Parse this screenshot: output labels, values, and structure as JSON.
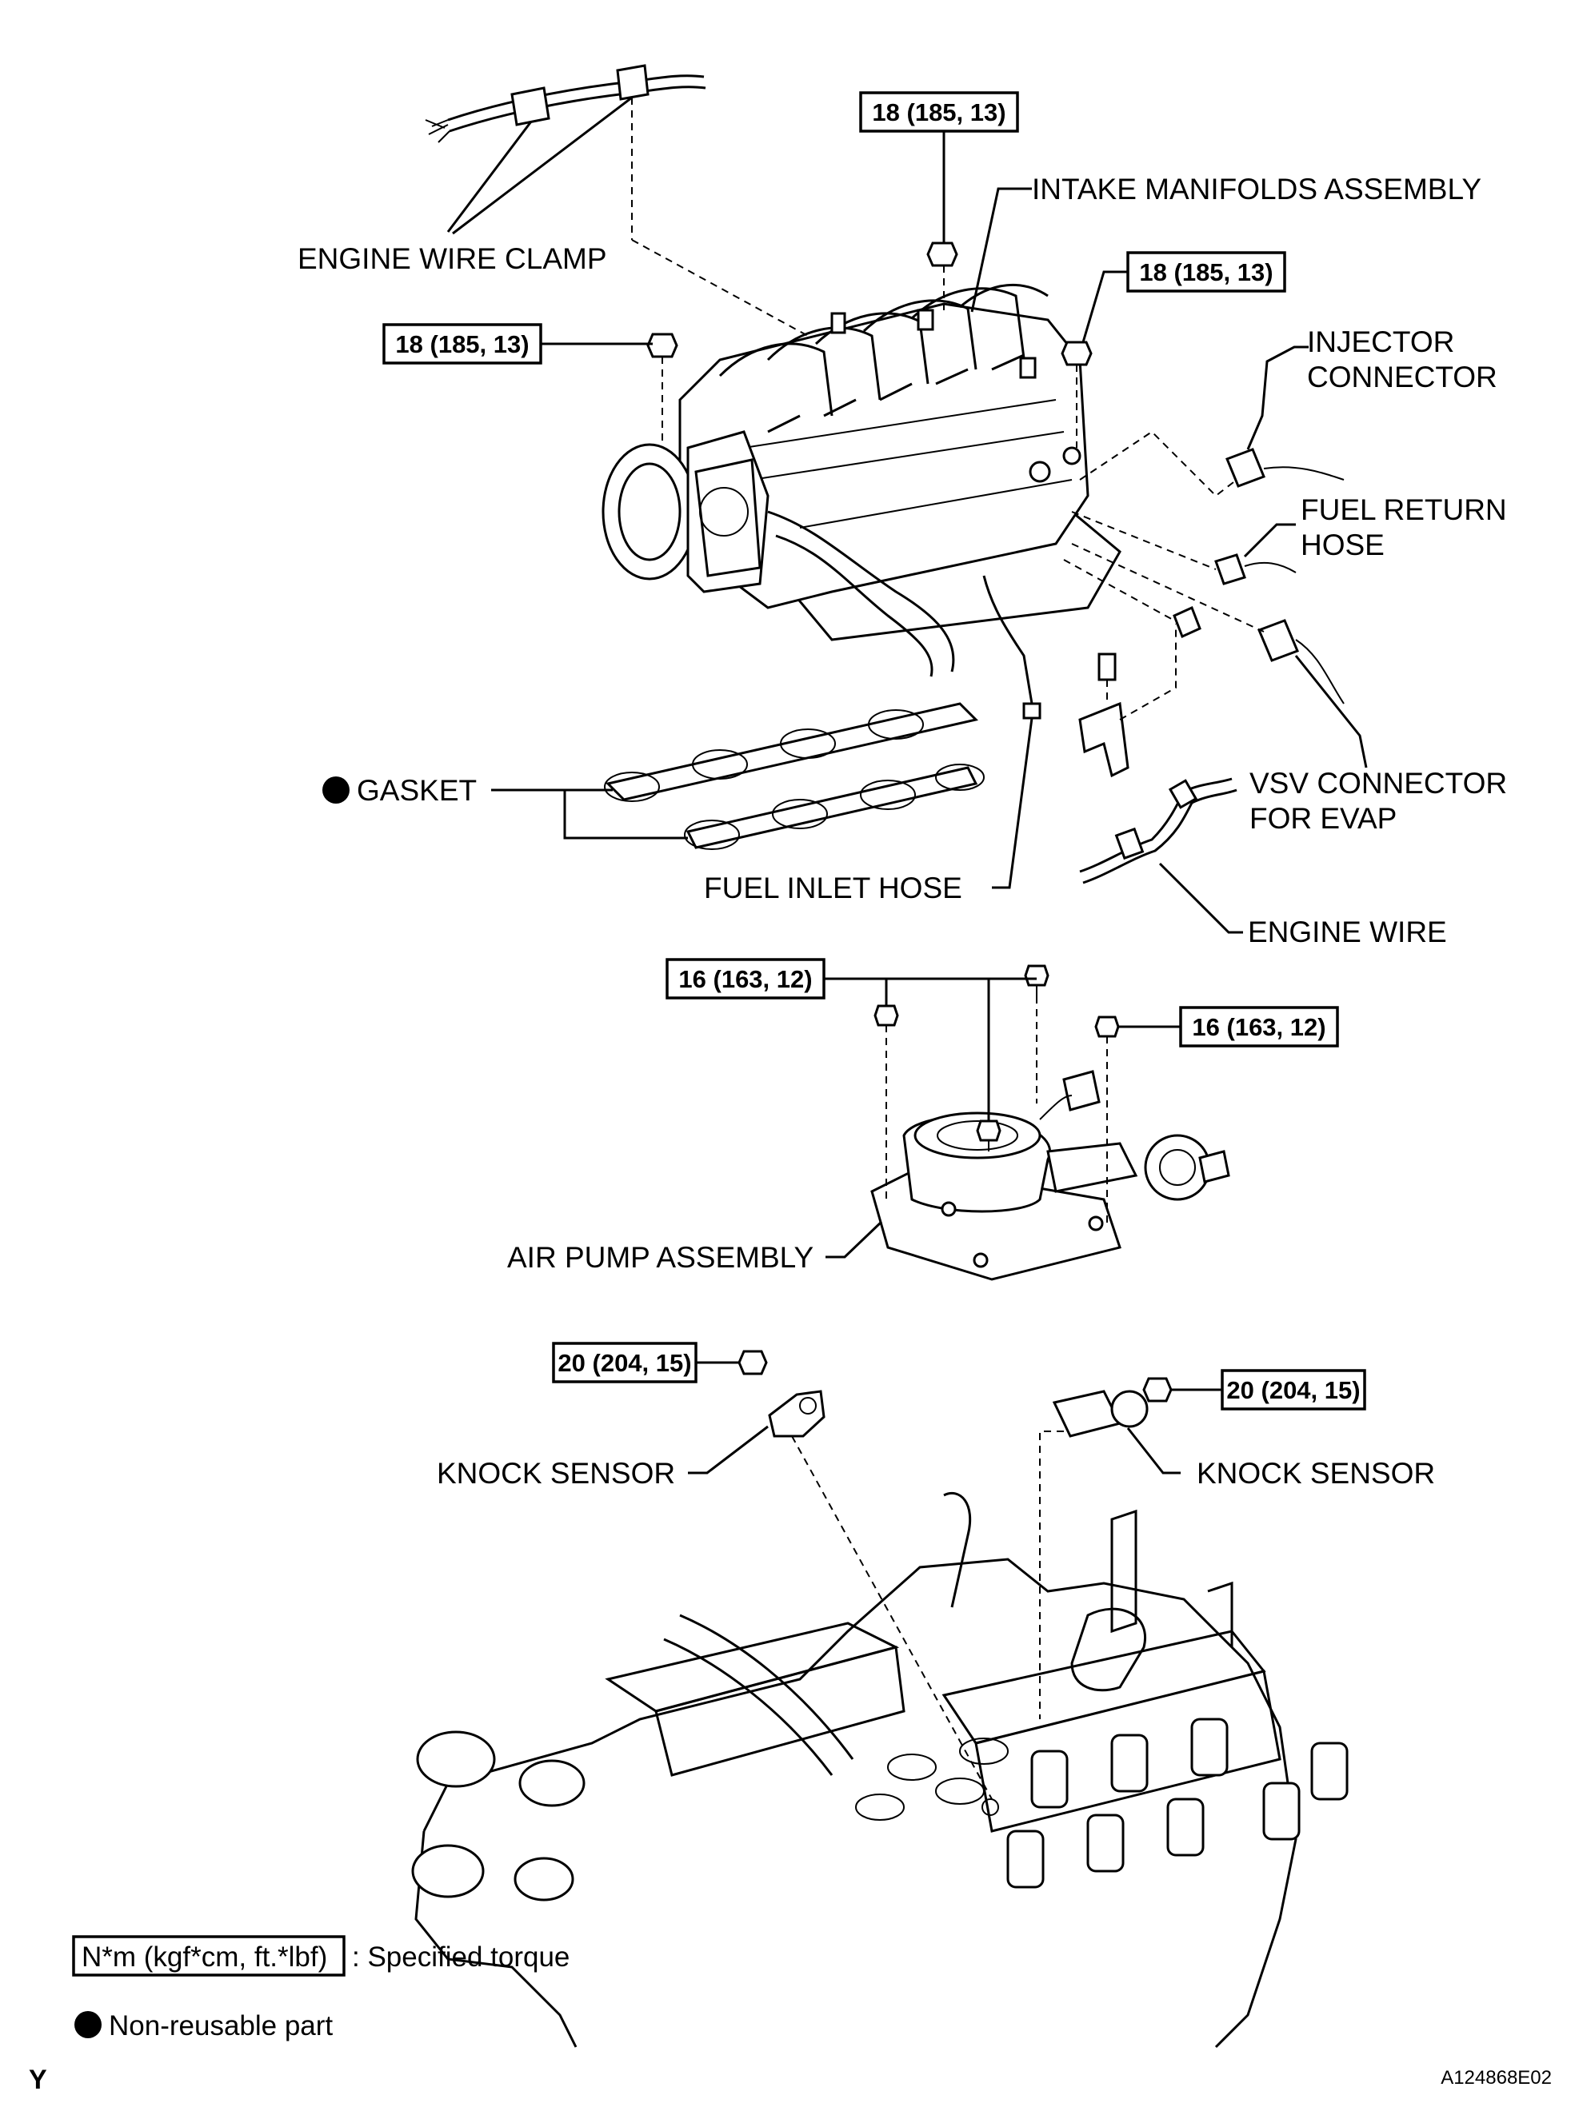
{
  "labels": {
    "engine_wire_clamp": "ENGINE WIRE CLAMP",
    "intake_manifolds_assembly": "INTAKE MANIFOLDS ASSEMBLY",
    "injector_connector_l1": "INJECTOR",
    "injector_connector_l2": "CONNECTOR",
    "fuel_return_hose_l1": "FUEL RETURN",
    "fuel_return_hose_l2": "HOSE",
    "gasket": "GASKET",
    "vsv_connector_l1": "VSV CONNECTOR",
    "vsv_connector_l2": "FOR EVAP",
    "fuel_inlet_hose": "FUEL INLET HOSE",
    "engine_wire": "ENGINE WIRE",
    "air_pump_assembly": "AIR PUMP ASSEMBLY",
    "knock_sensor_left": "KNOCK SENSOR",
    "knock_sensor_right": "KNOCK SENSOR"
  },
  "torques": {
    "manifold_top": "18 (185, 13)",
    "manifold_right": "18 (185, 13)",
    "manifold_left": "18 (185, 13)",
    "air_pump_left": "16 (163, 12)",
    "air_pump_right": "16 (163, 12)",
    "knock_left": "20 (204, 15)",
    "knock_right": "20 (204, 15)"
  },
  "legend": {
    "torque_box": "N*m (kgf*cm, ft.*lbf)",
    "torque_text": ": Specified torque",
    "non_reusable": "Non-reusable part"
  },
  "footer": {
    "corner_mark": "Y",
    "figure_code": "A124868E02"
  }
}
